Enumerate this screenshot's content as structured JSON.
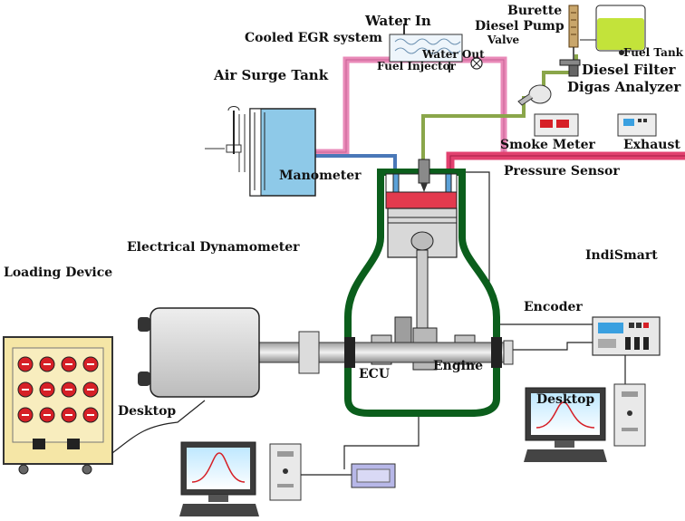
{
  "labels": {
    "water_in": "Water In",
    "burette": "Burette",
    "diesel_pump": "Diesel Pump",
    "valve": "Valve",
    "cooled_egr": "Cooled EGR system",
    "fuel_tank": "Fuel Tank",
    "water_out": "Water Out",
    "fuel_injector": "Fuel Injector",
    "diesel_filter": "Diesel Filter",
    "air_surge_tank": "Air Surge Tank",
    "digas_analyzer": "Digas Analyzer",
    "smoke_meter": "Smoke Meter",
    "exhaust": "Exhaust",
    "manometer": "Manometer",
    "pressure_sensor": "Pressure Sensor",
    "electrical_dynamometer": "Electrical Dynamometer",
    "indismart": "IndiSmart",
    "loading_device": "Loading Device",
    "encoder": "Encoder",
    "desktop_right": "Desktop",
    "ecu": "ECU",
    "engine": "Engine",
    "desktop_left": "Desktop"
  },
  "colors": {
    "egr_pipe": "#e98ab8",
    "exhaust_pipe": "#e2416f",
    "fuel_line": "#8aa64a",
    "surge_tank": "#8ec9e8",
    "engine_body": "#0b5e1c",
    "piston_top": "#e33a4e",
    "fuel_tank_liquid": "#c3e33a",
    "cabinet": "#f5e6a6",
    "dial_red": "#d61f26",
    "screen_blue": "#3aa0e0"
  }
}
